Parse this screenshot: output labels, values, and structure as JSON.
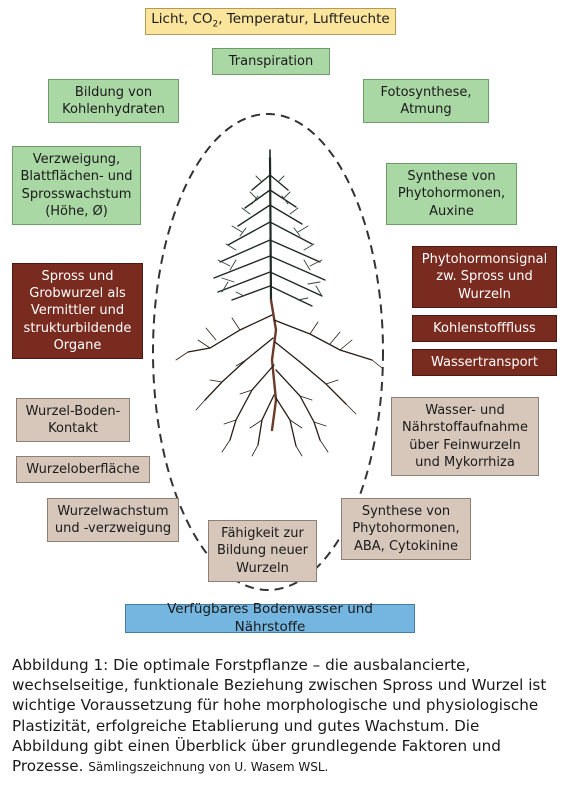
{
  "top_box": {
    "pre": "Licht, CO",
    "sub": "2",
    "post": ", Temperatur, Luftfeuchte"
  },
  "boxes": {
    "transpiration": "Transpiration",
    "kohlenhydrate": "Bildung von\nKohlenhydraten",
    "fotosynthese": "Fotosynthese,\nAtmung",
    "verzweigung": "Verzweigung,\nBlattflächen- und\nSprosswachstum\n(Höhe, Ø)",
    "synthese_auxine": "Synthese von\nPhytohormonen,\nAuxine",
    "phytohormonsignal": "Phytohormonsignal\nzw. Spross und\nWurzeln",
    "kohlenstofffluss": "Kohlenstofffluss",
    "wassertransport": "Wassertransport",
    "spross_grobwurzel": "Spross und\nGrobwurzel als\nVermittler und\nstrukturbildende\nOrgane",
    "wurzel_boden": "Wurzel-Boden-\nKontakt",
    "wurzeloberflaeche": "Wurzeloberfläche",
    "wurzelwachstum": "Wurzelwachstum\nund -verzweigung",
    "faehigkeit": "Fähigkeit zur\nBildung neuer\nWurzeln",
    "synthese_aba": "Synthese von\nPhytohormonen,\nABA, Cytokinine",
    "wasser_naehrstoff": "Wasser- und\nNährstoffaufnahme\nüber Feinwurzeln\nund Mykorrhiza",
    "bodenwasser": "Verfügbares Bodenwasser und Nährstoffe"
  },
  "caption": {
    "text": "Abbildung 1: Die optimale Forstpflanze – die ausbalancierte, wechselseitige, funktionale Beziehung zwischen Spross und Wurzel ist wichtige Voraussetzung für hohe morphologische und physiologische Plastizität, erfolgreiche Etablierung und gutes Wachstum. Die Abbildung gibt einen Überblick über grundlegende Faktoren und Prozesse.",
    "credit": "Sämlingszeichnung von U. Wasem WSL."
  },
  "colors": {
    "yellow": "#fbe49b",
    "green": "#a9d8a4",
    "brown": "#7a2b1f",
    "tan": "#d7c7bb",
    "blue": "#74b6e0"
  }
}
